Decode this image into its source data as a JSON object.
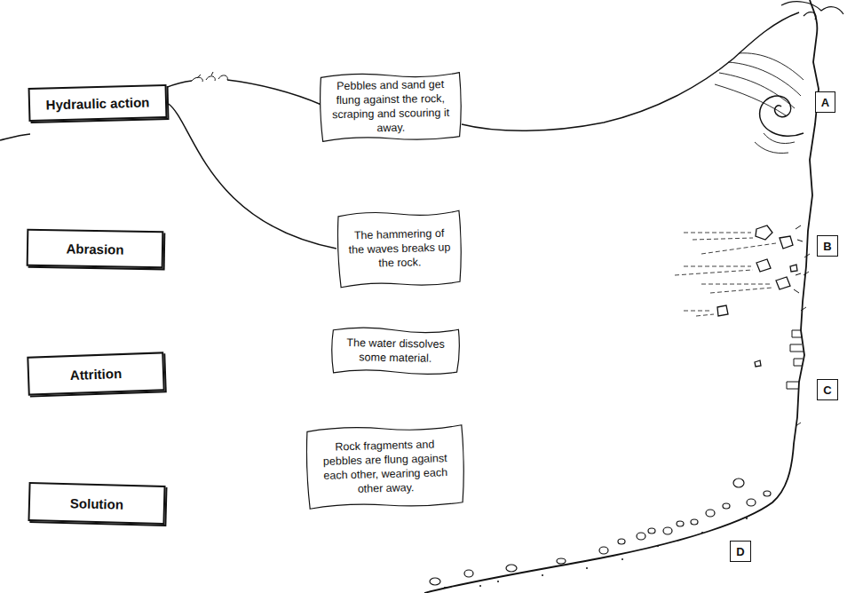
{
  "diagram": {
    "nodes": [
      {
        "text": [
          "Hydraulic action"
        ]
      },
      {
        "text": [
          "Pebbles and sand get flung against the rock, scraping and scouring it away."
        ]
      },
      {
        "text": [
          "A"
        ]
      },
      {
        "text": [
          "Abrasion"
        ]
      },
      {
        "text": [
          "The hammering of the waves breaks up the rock."
        ]
      },
      {
        "text": [
          "B"
        ]
      },
      {
        "text": [
          "Attrition"
        ]
      },
      {
        "text": [
          "The water dissolves some material."
        ]
      },
      {
        "text": [
          "C"
        ]
      },
      {
        "text": [
          "Solution"
        ]
      },
      {
        "text": [
          "Rock fragments and pebbles are flung against each other, wearing each other away."
        ]
      },
      {
        "text": [
          "D"
        ]
      }
    ],
    "edges": [
      {
        "from": 0,
        "to": 4,
        "arrow": "none"
      }
    ]
  }
}
